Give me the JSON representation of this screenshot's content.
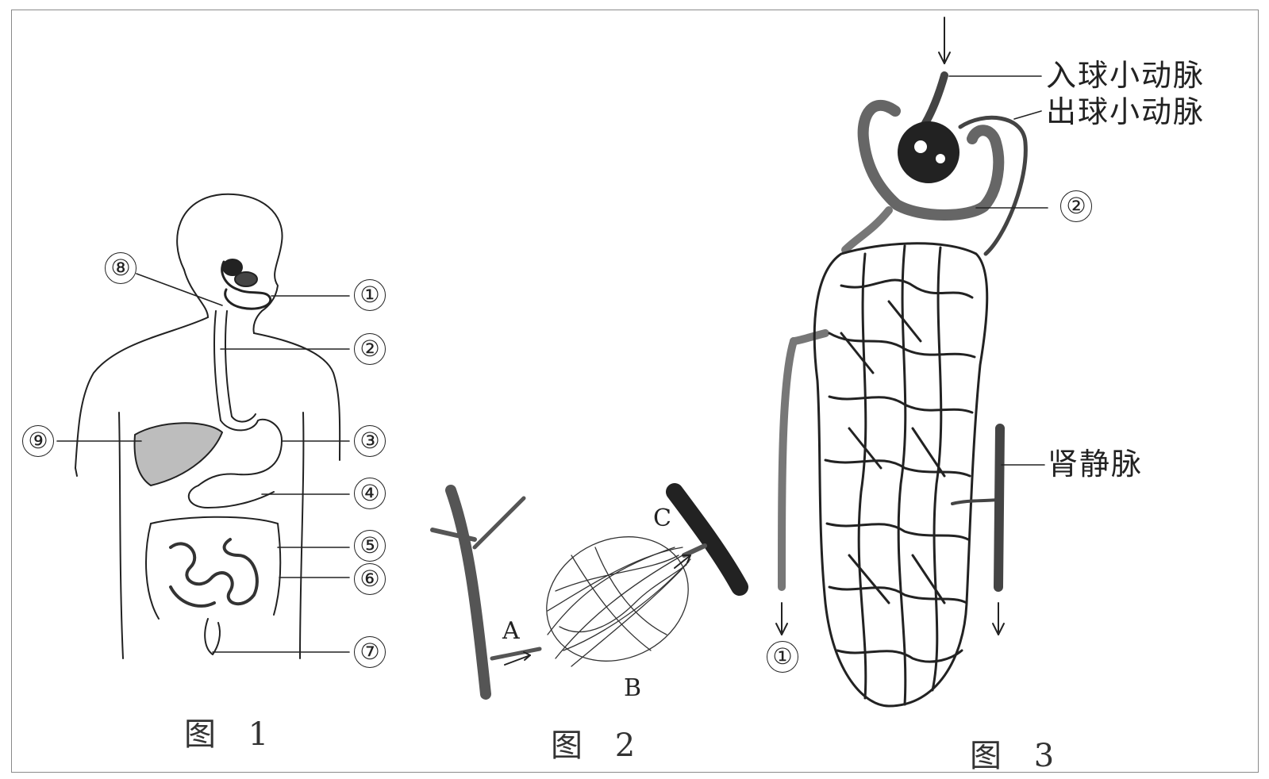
{
  "figure1": {
    "caption": "图 1",
    "markers": [
      "①",
      "②",
      "③",
      "④",
      "⑤",
      "⑥",
      "⑦",
      "⑧",
      "⑨"
    ]
  },
  "figure2": {
    "caption": "图 2",
    "letters": [
      "A",
      "B",
      "C"
    ]
  },
  "figure3": {
    "caption": "图 3",
    "labels": {
      "afferent": "入球小动脉",
      "efferent": "出球小动脉",
      "renal_vein": "肾静脉"
    },
    "markers": [
      "②",
      "①"
    ]
  },
  "colors": {
    "ink": "#222222",
    "vessel": "#555555",
    "frame": "#8a8a8a"
  }
}
